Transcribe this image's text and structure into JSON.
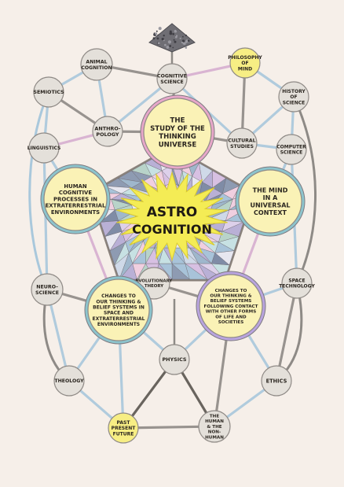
{
  "center": {
    "lines": [
      "ASTRO",
      "COGNITION"
    ]
  },
  "colors": {
    "background": "#f6efe9",
    "gray_node": "#e4e0da",
    "yellow_node": "#f7ee84",
    "lavender_node": "#e3d5ee",
    "large_node_fill": "#faf2b6",
    "ring_teal": "#8cc4cd",
    "ring_pink": "#e7a7c9",
    "ring_purple": "#b9a4df",
    "star_yellow": "#f4ec55",
    "pentagon_edge": "#8a827c",
    "line_blue": "#a9c8dc",
    "line_gray": "#8e8a86",
    "line_pink": "#d6aed0",
    "line_dark": "#5a554f"
  },
  "nodes": {
    "cognitive_science": {
      "lines": [
        "COGNITIVE",
        "SCIENCE"
      ]
    },
    "philosophy_of_mind": {
      "lines": [
        "PHILOSOPHY",
        "OF",
        "MIND"
      ]
    },
    "animal_cognition": {
      "lines": [
        "ANIMAL",
        "COGNITION"
      ]
    },
    "semiotics": {
      "lines": [
        "SEMIOTICS"
      ]
    },
    "history_of_science": {
      "lines": [
        "HISTORY",
        "OF",
        "SCIENCE"
      ]
    },
    "anthropology": {
      "lines": [
        "ANTHRO-",
        "POLOGY"
      ]
    },
    "cultural_studies": {
      "lines": [
        "CULTURAL",
        "STUDIES"
      ]
    },
    "computer_science": {
      "lines": [
        "COMPUTER",
        "SCIENCE"
      ]
    },
    "linguistics": {
      "lines": [
        "LINGUISTICS"
      ]
    },
    "study_thinking_universe": {
      "lines": [
        "THE",
        "STUDY OF THE",
        "THINKING",
        "UNIVERSE"
      ]
    },
    "human_cognitive": {
      "lines": [
        "HUMAN",
        "COGNITIVE",
        "PROCESSES IN",
        "EXTRATERRESTRIAL",
        "ENVIRONMENTS"
      ]
    },
    "mind_universal": {
      "lines": [
        "THE MIND",
        "IN A",
        "UNIVERSAL",
        "CONTEXT"
      ]
    },
    "neuroscience": {
      "lines": [
        "NEURO-",
        "SCIENCE"
      ]
    },
    "space_technology": {
      "lines": [
        "SPACE",
        "TECHNOLOGY"
      ]
    },
    "evolutionary_theory": {
      "lines": [
        "EVOLUTIONARY",
        "THEORY"
      ]
    },
    "changes_space": {
      "lines": [
        "CHANGES TO",
        "OUR THINKING &",
        "BELIEF SYSTEMS IN",
        "SPACE AND",
        "EXTRATERRESTRIAL",
        "ENVIRONMENTS"
      ]
    },
    "changes_contact": {
      "lines": [
        "CHANGES TO",
        "OUR THINKING &",
        "BELIEF SYSTEMS",
        "FOLLOWING CONTACT",
        "WITH OTHER FORMS",
        "OF LIFE AND",
        "SOCIETIES"
      ]
    },
    "physics": {
      "lines": [
        "PHYSICS"
      ]
    },
    "theology": {
      "lines": [
        "THEOLOGY"
      ]
    },
    "ethics": {
      "lines": [
        "ETHICS"
      ]
    },
    "past_present_future": {
      "lines": [
        "PAST",
        "PRESENT",
        "FUTURE"
      ]
    },
    "human_nonhuman": {
      "lines": [
        "THE",
        "HUMAN",
        "& THE",
        "NON-",
        "HUMAN"
      ]
    }
  }
}
